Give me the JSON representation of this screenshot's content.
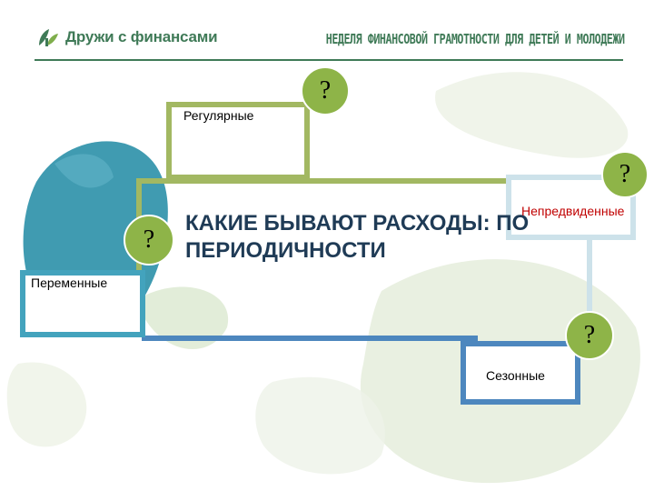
{
  "header": {
    "logo_text": "Дружи с финансами",
    "week_text": "Неделя финансовой грамотности для детей и молодежи"
  },
  "title": "КАКИЕ БЫВАЮТ РАСХОДЫ: ПО ПЕРИОДИЧНОСТИ",
  "boxes": {
    "regular": "Регулярные",
    "variable": "Переменные",
    "unexpected": "Непредвиденные",
    "seasonal": "Сезонные"
  },
  "question_mark": "?",
  "colors": {
    "brand_green": "#3f7a57",
    "frame_green": "#a2b862",
    "frame_blue": "#4d87be",
    "frame_teal": "#43a3bd",
    "circle_green": "#8eb448",
    "accent_red": "#c00000"
  }
}
